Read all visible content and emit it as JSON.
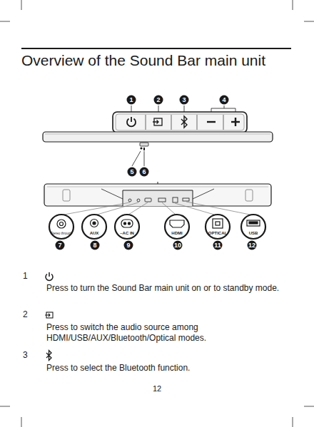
{
  "diagram": {
    "title": "Overview of the Sound Bar main unit",
    "labels": [
      "1",
      "2",
      "3",
      "4",
      "5",
      "6",
      "Stereo through",
      "7",
      "AUX",
      "8",
      "~AC IN",
      "9",
      "HDMI",
      "10",
      "OPTICAL",
      "11",
      "USB",
      "12",
      "1",
      "Press to turn the Sound Bar main unit on or to standby mode.",
      "2",
      "Press to switch the audio source among HDMI/USB/AUX/Bluetooth/Optical modes.",
      "3",
      "Press to select the Bluetooth function.",
      "12"
    ]
  }
}
